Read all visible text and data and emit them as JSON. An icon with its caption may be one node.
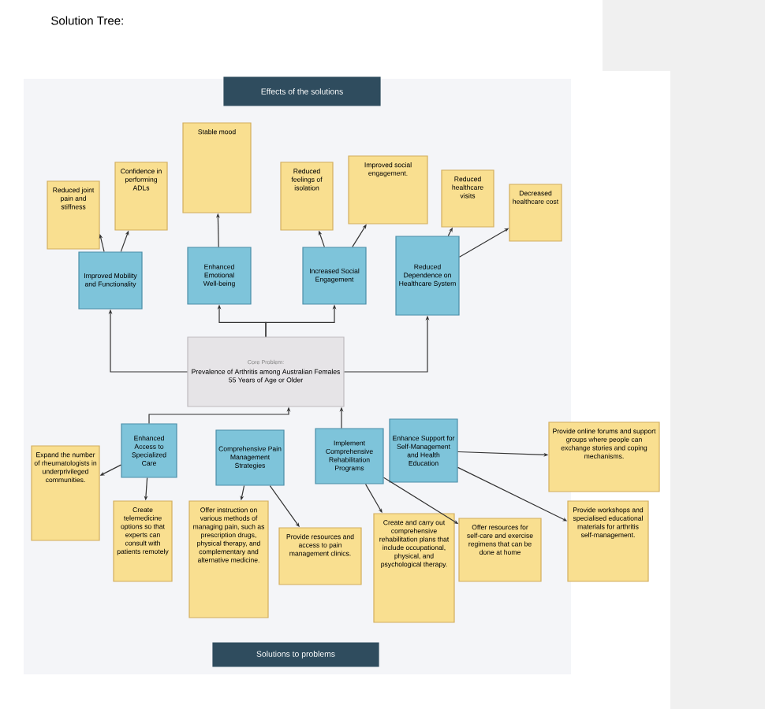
{
  "diagram": {
    "title": "Solution Tree:",
    "nodes": [
      {
        "text": [
          "Effects of the solutions"
        ]
      },
      {
        "text": [
          "Reduced joint pain and stiffness"
        ]
      },
      {
        "text": [
          "Confidence in performing ADLs"
        ]
      },
      {
        "text": [
          "Stable mood"
        ]
      },
      {
        "text": [
          "Reduced feelings of isolation"
        ]
      },
      {
        "text": [
          "Improved social engagement."
        ]
      },
      {
        "text": [
          "Reduced healthcare visits"
        ]
      },
      {
        "text": [
          "Decreased healthcare cost"
        ]
      },
      {
        "text": [
          "Improved Mobility and Functionality"
        ]
      },
      {
        "text": [
          "Enhanced Emotional Well-being"
        ]
      },
      {
        "text": [
          "Increased Social Engagement"
        ]
      },
      {
        "text": [
          "Reduced Dependence on Healthcare System"
        ]
      },
      {
        "text": [
          "Core Problem:",
          "Prevalence of Arthritis among Australian Females 55 Years of Age or Older"
        ]
      },
      {
        "text": [
          "Enhanced Access to Specialized Care"
        ]
      },
      {
        "text": [
          "Comprehensive Pain Management Strategies"
        ]
      },
      {
        "text": [
          "Implement Comprehensive Rehabilitation Programs"
        ]
      },
      {
        "text": [
          "Enhance Support for Self-Management and Health Education"
        ]
      },
      {
        "text": [
          "Expand the number of rheumatologists in underprivileged communities."
        ]
      },
      {
        "text": [
          "Create telemedicine options so that experts can consult with patients remotely"
        ]
      },
      {
        "text": [
          "Offer instruction on various methods of managing pain, such as prescription drugs, physical therapy, and complementary and alternative medicine."
        ]
      },
      {
        "text": [
          "Provide resources and access to pain management clinics."
        ]
      },
      {
        "text": [
          "Create and carry out comprehensive rehabilitation plans that include occupational, physical, and psychological therapy."
        ]
      },
      {
        "text": [
          "Offer resources for self-care and exercise regimens that can be done at home"
        ]
      },
      {
        "text": [
          "Provide online forums and support groups where people can exchange stories and coping mechanisms."
        ]
      },
      {
        "text": [
          "Provide workshops and specialised educational materials for arthritis self-management."
        ]
      },
      {
        "text": [
          "Solutions to problems"
        ]
      }
    ],
    "edges": [
      {
        "from": 8,
        "to": 1,
        "arrow": "to"
      },
      {
        "from": 8,
        "to": 2,
        "arrow": "to"
      },
      {
        "from": 9,
        "to": 3,
        "arrow": "to"
      },
      {
        "from": 10,
        "to": 4,
        "arrow": "to"
      },
      {
        "from": 10,
        "to": 5,
        "arrow": "to"
      },
      {
        "from": 11,
        "to": 6,
        "arrow": "to"
      },
      {
        "from": 11,
        "to": 7,
        "arrow": "to"
      },
      {
        "from": 12,
        "to": 8,
        "arrow": "to"
      },
      {
        "from": 12,
        "to": 9,
        "arrow": "to"
      },
      {
        "from": 12,
        "to": 10,
        "arrow": "to"
      },
      {
        "from": 12,
        "to": 11,
        "arrow": "to"
      },
      {
        "from": 13,
        "to": 12,
        "arrow": "to"
      },
      {
        "from": 15,
        "to": 12,
        "arrow": "to"
      },
      {
        "from": 13,
        "to": 17,
        "arrow": "to"
      },
      {
        "from": 13,
        "to": 18,
        "arrow": "to"
      },
      {
        "from": 14,
        "to": 19,
        "arrow": "to"
      },
      {
        "from": 14,
        "to": 20,
        "arrow": "to"
      },
      {
        "from": 15,
        "to": 21,
        "arrow": "to"
      },
      {
        "from": 15,
        "to": 22,
        "arrow": "to"
      },
      {
        "from": 16,
        "to": 23,
        "arrow": "to"
      },
      {
        "from": 16,
        "to": 24,
        "arrow": "to"
      }
    ]
  }
}
